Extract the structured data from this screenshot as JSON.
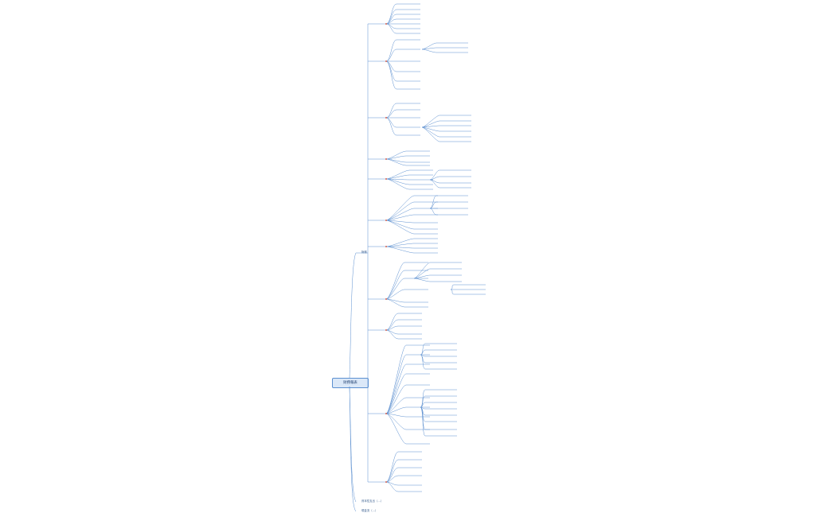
{
  "root": {
    "label": "財務報表"
  },
  "branches": [
    {
      "label": "財務"
    },
    {
      "label": "資本性支出（…）"
    },
    {
      "label": "現金流（…）"
    }
  ],
  "colors": {
    "line": "#5b8fd0",
    "accent": "#d63b1f",
    "node_bg": "#dbe8f8"
  }
}
